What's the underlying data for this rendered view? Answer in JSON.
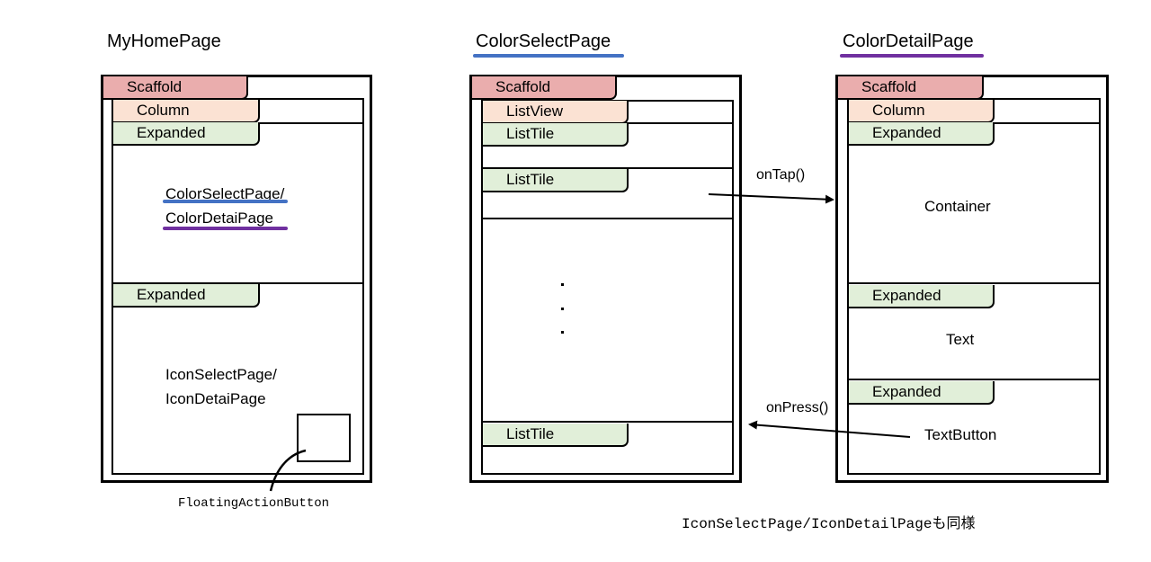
{
  "titles": {
    "home": "MyHomePage",
    "color_select": "ColorSelectPage",
    "color_detail": "ColorDetailPage"
  },
  "widgets": {
    "scaffold": "Scaffold",
    "column": "Column",
    "expanded": "Expanded",
    "list_view": "ListView",
    "list_tile": "ListTile"
  },
  "home": {
    "color_line1": "ColorSelectPage/",
    "color_line2": "ColorDetaiPage",
    "icon_line1": "IconSelectPage/",
    "icon_line2": "IconDetaiPage",
    "fab_label": "FloatingActionButton"
  },
  "detail": {
    "container": "Container",
    "text": "Text",
    "text_button": "TextButton"
  },
  "arrows": {
    "on_tap": "onTap()",
    "on_press": "onPress()"
  },
  "footnote": "IconSelectPage/IconDetailPageも同様",
  "colors": {
    "scaffold": "#eaadad",
    "column": "#fbe2d3",
    "expanded": "#e1efd9",
    "blue_underline": "#4472c4",
    "purple_underline": "#7030a0"
  }
}
